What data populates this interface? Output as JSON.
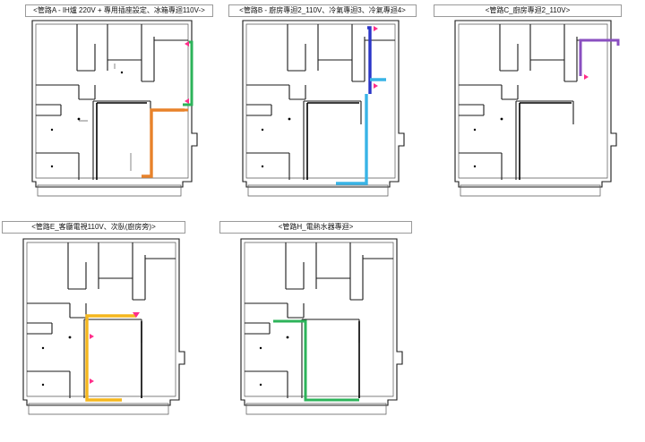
{
  "panels": [
    {
      "id": "A",
      "caption": "<管路A - IH爐 220V + 專用插座設定、冰箱專迴110V->"
    },
    {
      "id": "B",
      "caption": "<管路B - 廚房專迴2_110V、冷氣專迴3、冷氣專迴4>"
    },
    {
      "id": "C",
      "caption": "<管路C_廚房專迴2_110V>"
    },
    {
      "id": "E",
      "caption": "<管路E_客廳電視110V、次臥(廚房旁)>"
    },
    {
      "id": "H",
      "caption": "<管路H_電熱水器專迴>"
    }
  ],
  "colors": {
    "orange": "#e8822a",
    "green": "#2db35a",
    "blue_dark": "#2a35c8",
    "blue_light": "#38b4e6",
    "purple": "#8a4fc0",
    "yellow": "#f5b71e",
    "marker_pink": "#ff2d8a"
  }
}
